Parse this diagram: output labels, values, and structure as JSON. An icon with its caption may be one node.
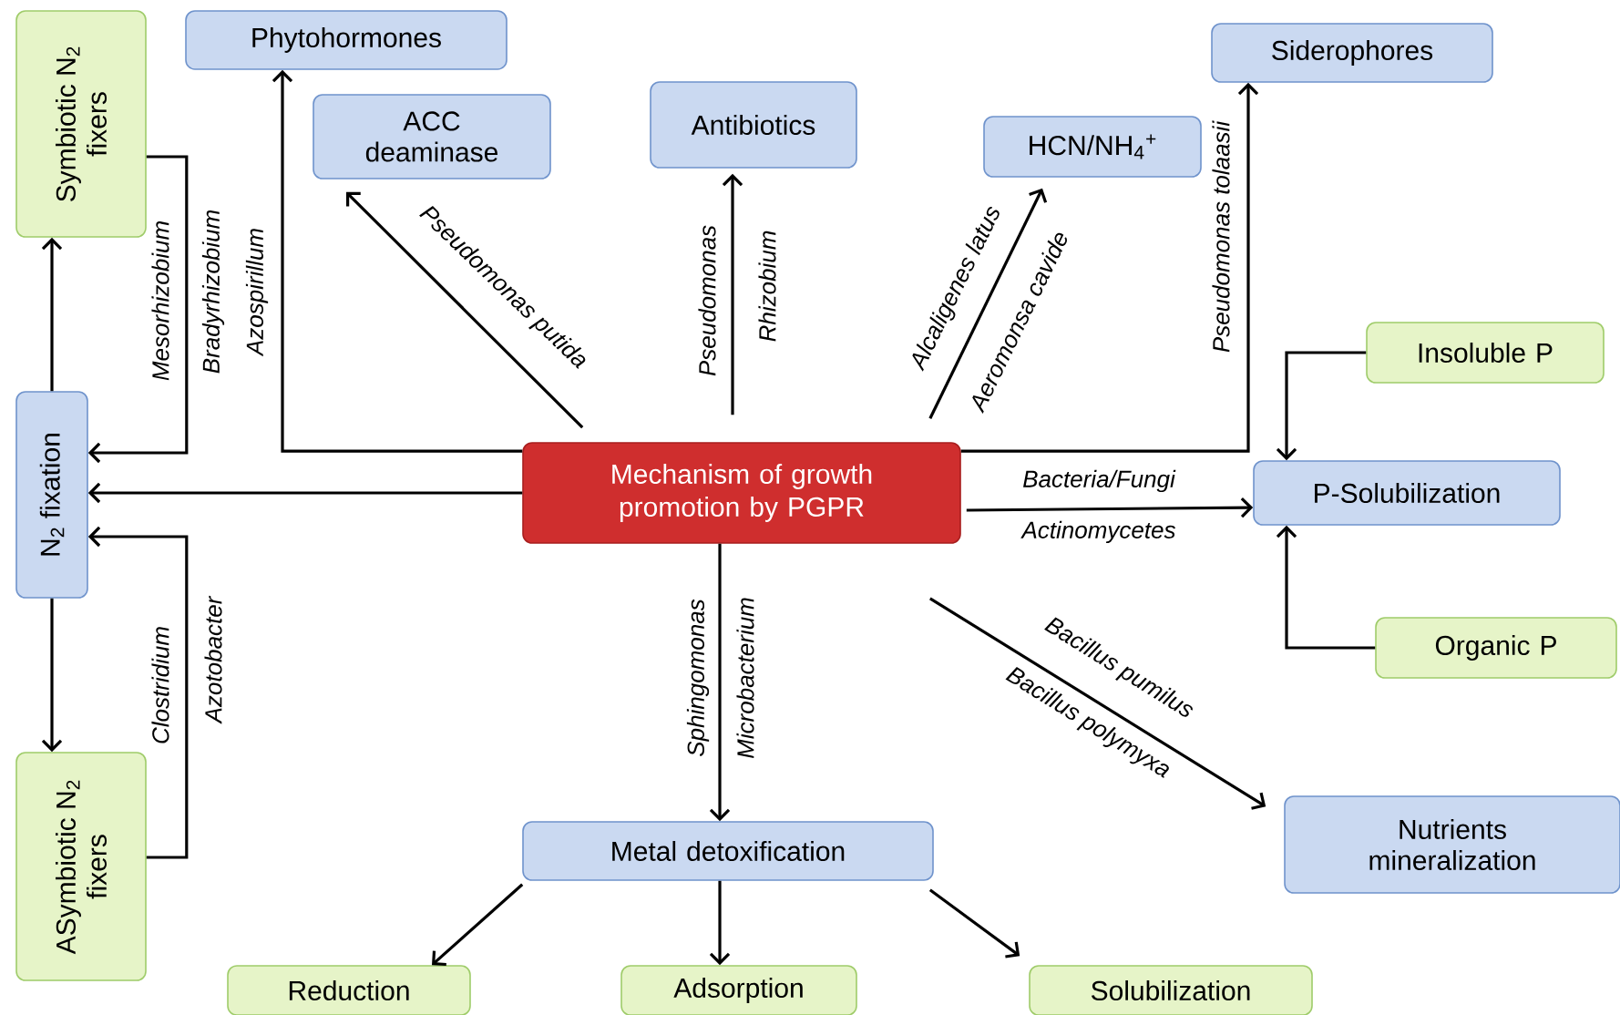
{
  "diagram": {
    "nodes": [
      {
        "text": [
          "Mechanism of growth promotion by PGPR"
        ]
      },
      {
        "text": [
          "Phytohormones"
        ]
      },
      {
        "text": [
          "ACC deaminase"
        ]
      },
      {
        "text": [
          "Antibiotics"
        ]
      },
      {
        "text": [
          "HCN/NH$_{4}$$^{+}$"
        ]
      },
      {
        "text": [
          "Siderophores"
        ]
      },
      {
        "text": [
          "Symbiotic N$_{2}$ fixers"
        ]
      },
      {
        "text": [
          "N$_{2}$ fixation"
        ]
      },
      {
        "text": [
          "ASymbiotic N$_{2}$ fixers"
        ]
      },
      {
        "text": [
          "Insoluble P"
        ]
      },
      {
        "text": [
          "P-Solubilization"
        ]
      },
      {
        "text": [
          "Organic P"
        ]
      },
      {
        "text": [
          "Nutrients mineralization"
        ]
      },
      {
        "text": [
          "Metal detoxification"
        ]
      },
      {
        "text": [
          "Reduction"
        ]
      },
      {
        "text": [
          "Adsorption"
        ]
      },
      {
        "text": [
          "Solubilization"
        ]
      }
    ],
    "edges": [
      {
        "from": 0,
        "to": 1,
        "arrow": "to",
        "label": "Azospirillum"
      },
      {
        "from": 0,
        "to": 2,
        "arrow": "to",
        "label": "Pseudomonas putida"
      },
      {
        "from": 0,
        "to": 3,
        "arrow": "to",
        "label": "Pseudomonas"
      },
      {
        "from": 0,
        "to": 4,
        "arrow": "to",
        "label": "Alcaligenes latus"
      },
      {
        "from": 0,
        "to": 5,
        "arrow": "to",
        "label": "Pseudomonas tolaasii"
      },
      {
        "from": 0,
        "to": 10,
        "arrow": "to",
        "label": "Bacteria/Fungi"
      },
      {
        "from": 0,
        "to": 12,
        "arrow": "to",
        "label": "Bacillus pumilus"
      },
      {
        "from": 0,
        "to": 13,
        "arrow": "to",
        "label": "Sphingomonas"
      },
      {
        "from": 0,
        "to": 7,
        "arrow": "to"
      },
      {
        "from": 6,
        "to": 7,
        "arrow": "to",
        "label": "Mesorhizobium"
      },
      {
        "from": 8,
        "to": 7,
        "arrow": "to",
        "label": "Clostridium"
      },
      {
        "from": 7,
        "to": 6,
        "arrow": "to"
      },
      {
        "from": 7,
        "to": 8,
        "arrow": "to"
      },
      {
        "from": 9,
        "to": 10,
        "arrow": "to"
      },
      {
        "from": 11,
        "to": 10,
        "arrow": "to"
      },
      {
        "from": 13,
        "to": 14,
        "arrow": "to"
      },
      {
        "from": 13,
        "to": 15,
        "arrow": "to"
      },
      {
        "from": 13,
        "to": 16,
        "arrow": "to"
      }
    ],
    "labels": [
      "Bradyrhizobium",
      "Rhizobium",
      "Aeromonsa cavide",
      "Actinomycetes",
      "Bacillus polymyxa",
      "Microbacterium",
      "Azotobacter"
    ]
  }
}
